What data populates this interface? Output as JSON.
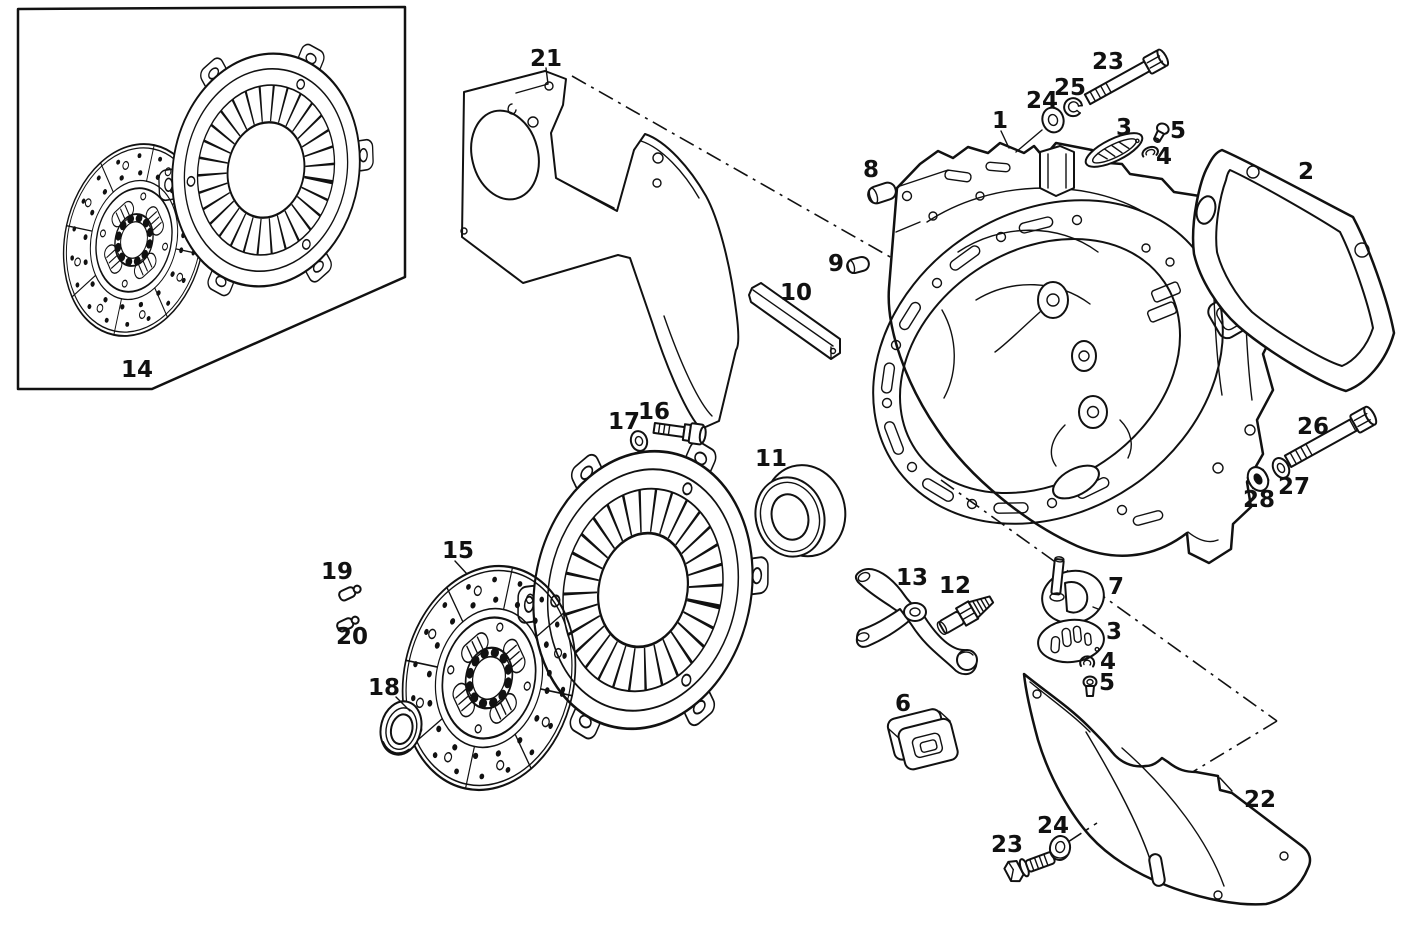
{
  "figure": {
    "kind": "exploded-parts-diagram",
    "subject": "clutch and clutch housing assembly line drawing",
    "background_color": "#ffffff",
    "ink_color": "#111111"
  },
  "callouts": {
    "n1": "1",
    "n2": "2",
    "n3a": "3",
    "n3b": "3",
    "n4a": "4",
    "n4b": "4",
    "n5a": "5",
    "n5b": "5",
    "n6": "6",
    "n7": "7",
    "n8": "8",
    "n9": "9",
    "n10": "10",
    "n11": "11",
    "n12": "12",
    "n13": "13",
    "n14": "14",
    "n15": "15",
    "n16": "16",
    "n17": "17",
    "n18": "18",
    "n19": "19",
    "n20": "20",
    "n21": "21",
    "n22": "22",
    "n23a": "23",
    "n23b": "23",
    "n24a": "24",
    "n24b": "24",
    "n25": "25",
    "n26": "26",
    "n27": "27",
    "n28": "28"
  }
}
